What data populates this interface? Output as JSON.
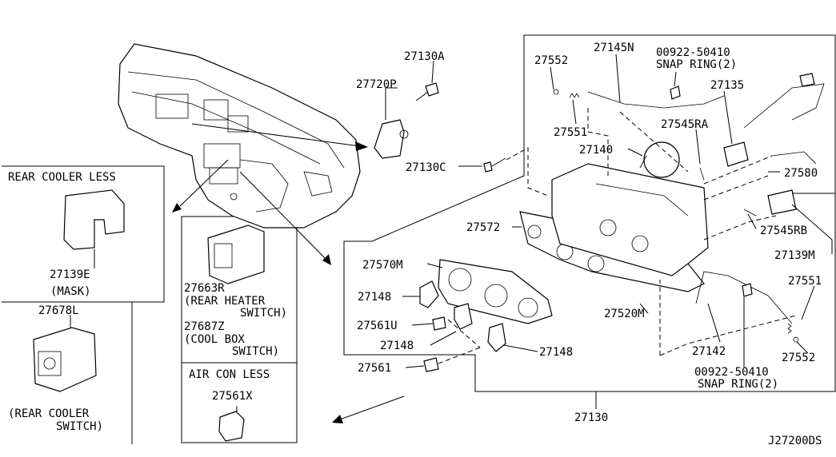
{
  "labels": {
    "p27130A": "27130A",
    "p27720P": "27720P",
    "p27552_top": "27552",
    "p27145N": "27145N",
    "snap_top_code": "00922-50410",
    "snap_top_text": "SNAP RING(2)",
    "p27135": "27135",
    "p27551_top": "27551",
    "p27545RA": "27545RA",
    "p27140": "27140",
    "p27130C": "27130C",
    "p27580": "27580",
    "p27572": "27572",
    "p27545RB": "27545RB",
    "p27139M": "27139M",
    "p27570M": "27570M",
    "p27551_right": "27551",
    "p27148_a": "27148",
    "p27520M": "27520M",
    "p27561U": "27561U",
    "p27148_b": "27148",
    "p27148_c": "27148",
    "p27142": "27142",
    "p27552_bottom": "27552",
    "p27561": "27561",
    "snap_bottom_code": "00922-50410",
    "snap_bottom_text": "SNAP RING(2)",
    "p27130": "27130",
    "diagram_code": "J27200DS"
  },
  "left_panel": {
    "title": "REAR COOLER LESS",
    "p27139E": "27139E",
    "mask": "(MASK)",
    "p27678L": "27678L",
    "rear_cooler_line1": "(REAR COOLER",
    "rear_cooler_line2": "SWITCH)"
  },
  "middle_panel": {
    "p27663R": "27663R",
    "rear_heater_line1": "(REAR HEATER",
    "rear_heater_line2": "SWITCH)",
    "p27687Z": "27687Z",
    "cool_box_line1": "(COOL BOX",
    "cool_box_line2": "SWITCH)",
    "air_con_less": "AIR CON LESS",
    "p27561X": "27561X"
  }
}
